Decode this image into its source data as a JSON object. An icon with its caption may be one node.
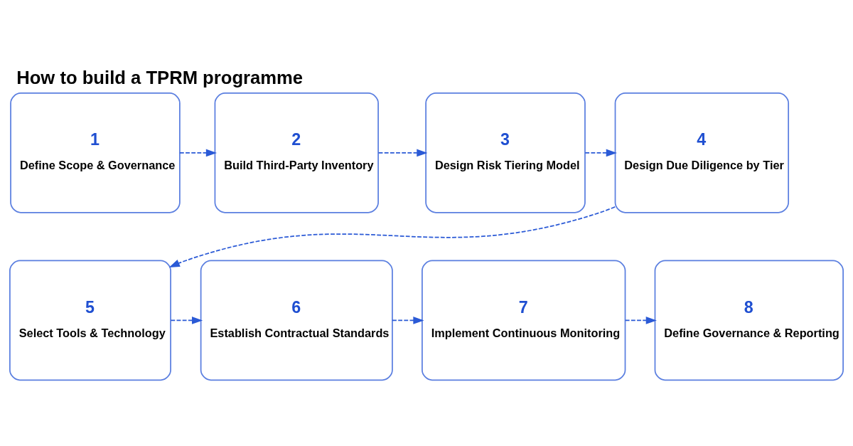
{
  "diagram": {
    "title": "How to build a TPRM programme",
    "nodes": [
      {
        "text": [
          "1",
          "Define Scope & Governance"
        ]
      },
      {
        "text": [
          "2",
          "Build Third-Party Inventory"
        ]
      },
      {
        "text": [
          "3",
          "Design Risk Tiering Model"
        ]
      },
      {
        "text": [
          "4",
          "Design Due Diligence by Tier"
        ]
      },
      {
        "text": [
          "5",
          "Select Tools & Technology"
        ]
      },
      {
        "text": [
          "6",
          "Establish Contractual Standards"
        ]
      },
      {
        "text": [
          "7",
          "Implement Continuous Monitoring"
        ]
      },
      {
        "text": [
          "8",
          "Define Governance & Reporting"
        ]
      }
    ],
    "edges": [
      {
        "from": 0,
        "to": 1,
        "arrow": "to",
        "style": "dashed"
      },
      {
        "from": 1,
        "to": 2,
        "arrow": "to",
        "style": "dashed"
      },
      {
        "from": 2,
        "to": 3,
        "arrow": "to",
        "style": "dashed"
      },
      {
        "from": 3,
        "to": 4,
        "arrow": "to",
        "style": "dashed"
      },
      {
        "from": 4,
        "to": 5,
        "arrow": "to",
        "style": "dashed"
      },
      {
        "from": 5,
        "to": 6,
        "arrow": "to",
        "style": "dashed"
      },
      {
        "from": 6,
        "to": 7,
        "arrow": "to",
        "style": "dashed"
      }
    ]
  }
}
